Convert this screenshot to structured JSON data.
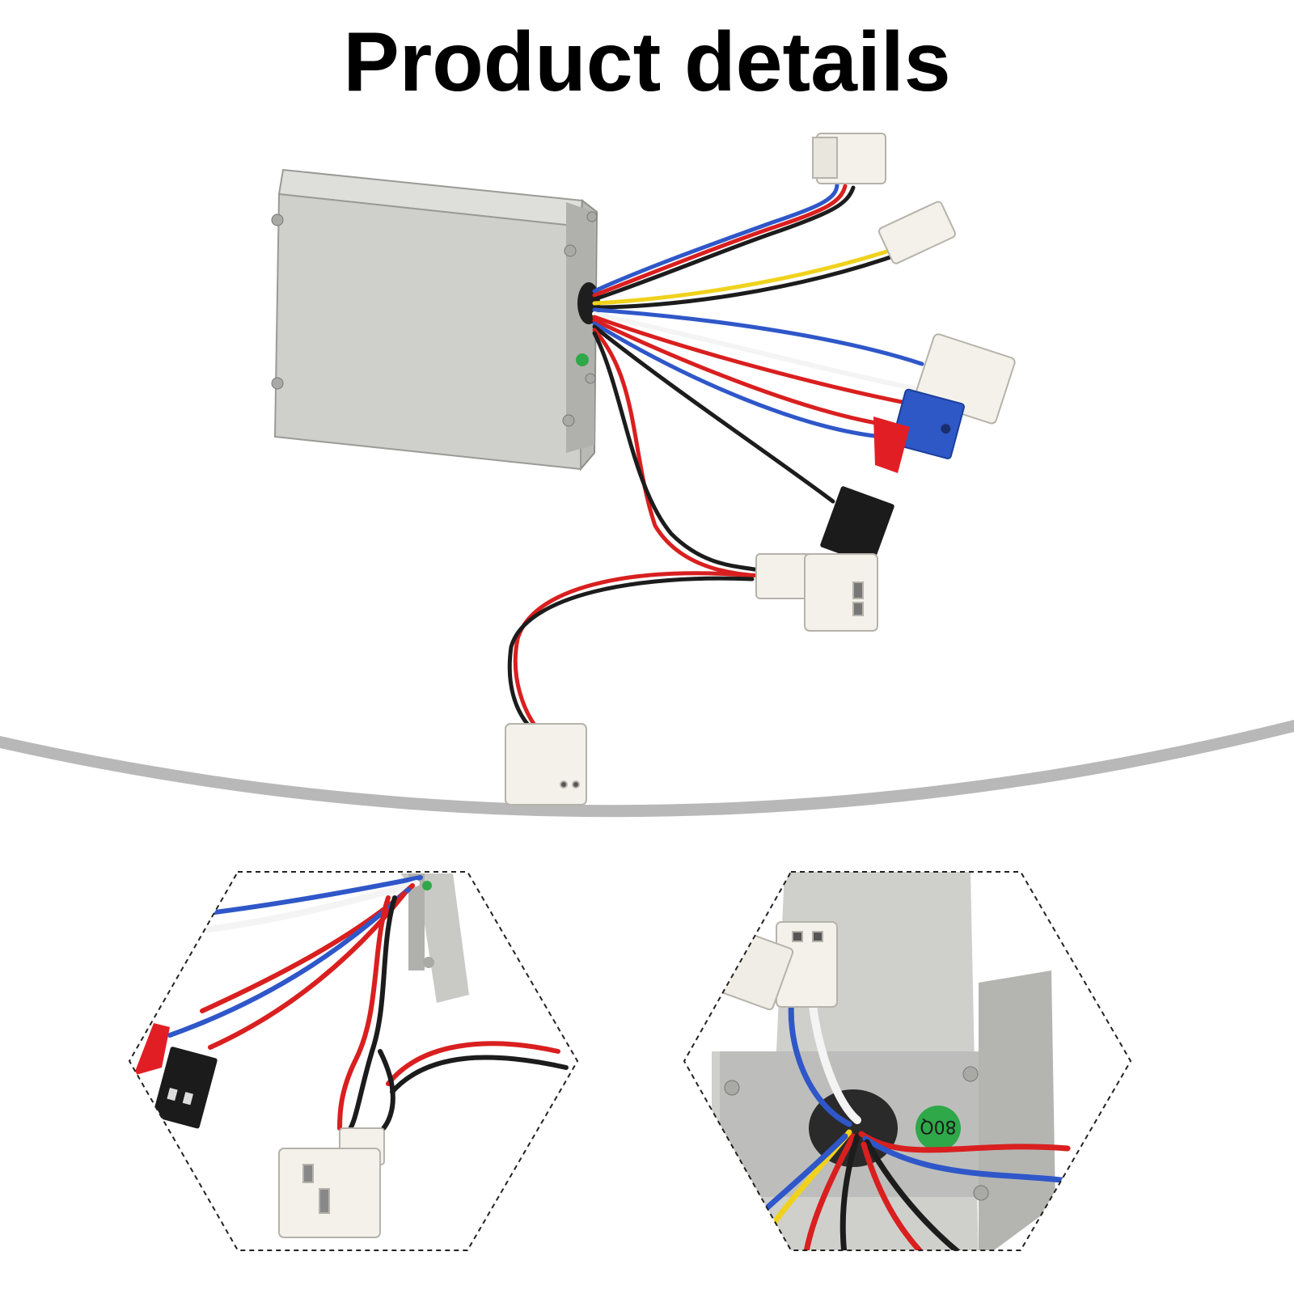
{
  "header": {
    "title": "Product details"
  },
  "product": {
    "name": "motor controller",
    "case_color": "#cfd0cc",
    "wire_colors": [
      "#d91f1f",
      "#1c1c1c",
      "#2f57c9",
      "#f0d21c",
      "#f4f4f4"
    ],
    "connector_colors": [
      "#f3f1ea",
      "#2d58c6",
      "#e21e25",
      "#1b1b1b"
    ]
  },
  "detail_views": [
    {
      "id": "connectors-closeup"
    },
    {
      "id": "case-grommet-closeup",
      "label_text": "80Q"
    }
  ],
  "decor": {
    "arc_color": "#b8b8b8",
    "frame_stroke": "#222222"
  }
}
